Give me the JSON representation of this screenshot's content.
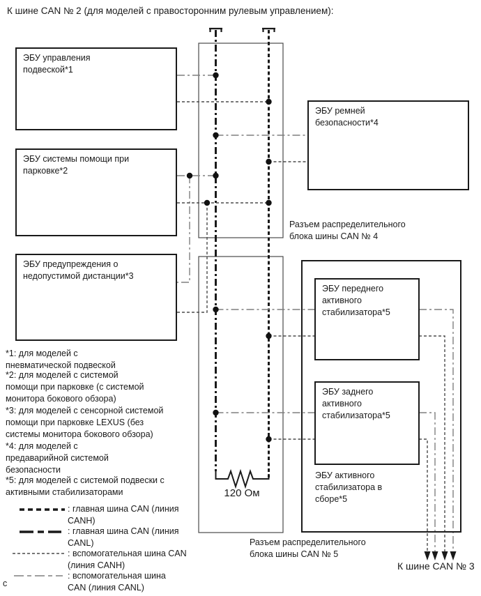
{
  "title": "К шине CAN № 2 (для моделей с правосторонним рулевым управлением):",
  "ecus": {
    "suspension": "ЭБУ управления\nподвеской*1",
    "parking": "ЭБУ системы помощи при\nпарковке*2",
    "distance": "ЭБУ предупреждения о\nнедопустимой дистанции*3",
    "seatbelt": "ЭБУ ремней\nбезопасности*4",
    "front_stabilizer": "ЭБУ переднего\nактивного\nстабилизатора*5",
    "rear_stabilizer": "ЭБУ заднего\nактивного\nстабилизатора*5",
    "stabilizer_assembly": "ЭБУ активного\nстабилизатора в\nсборе*5"
  },
  "junction_blocks": {
    "can4": "Разъем распределительного\nблока шины CAN № 4",
    "can5": "Разъем распределительного\nблока шины CAN № 5"
  },
  "resistor_label": "120 Ом",
  "to_can3_label": "К шине CAN № 3",
  "corner_mark": "с",
  "footnotes": [
    "*1: для моделей с\nпневматической подвеской",
    "*2: для моделей с системой\nпомощи при парковке (с системой\nмонитора бокового обзора)",
    "*3: для моделей с сенсорной системой\nпомощи при парковке LEXUS (без\nсистемы монитора бокового обзора)",
    "*4: для моделей с\nпредаварийной системой\nбезопасности",
    "*5: для моделей с системой подвески с\nактивными стабилизаторами"
  ],
  "legend": [
    {
      "style": "main-bus-canh-bold-dashed",
      "label": ": главная шина CAN (линия\nCANH)"
    },
    {
      "style": "main-bus-canl-bold-dash-dot",
      "label": ": главная шина CAN (линия\nCANL)"
    },
    {
      "style": "aux-bus-canh-thin-dashed",
      "label": ": вспомогательная шина CAN\n(линия CANH)"
    },
    {
      "style": "aux-bus-canl-thin-dash-dot",
      "label": ": вспомогательная шина\nCAN (линия CANL)"
    }
  ],
  "colors": {
    "background": "#ffffff",
    "main_line": "#1a1a1a",
    "aux_canh_line": "#4a4a4a",
    "aux_canl_line": "#7f7f7f",
    "block_border": "#4a4a4a"
  }
}
